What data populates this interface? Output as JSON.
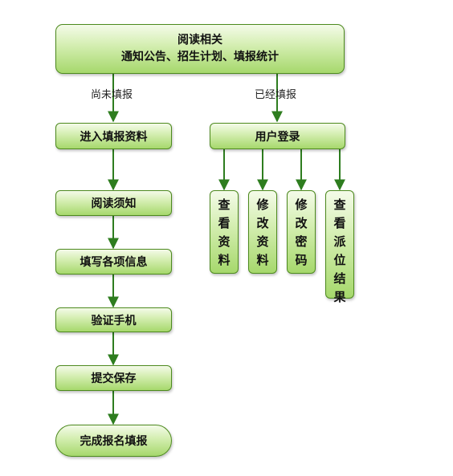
{
  "top": {
    "line1": "阅读相关",
    "line2": "通知公告、招生计划、填报统计"
  },
  "branches": {
    "left_label": "尚未填报",
    "right_label": "已经填报"
  },
  "left_flow": [
    "进入填报资料",
    "阅读须知",
    "填写各项信息",
    "验证手机",
    "提交保存"
  ],
  "final": "完成报名填报",
  "right_flow": {
    "login": "用户登录",
    "options": [
      [
        "查",
        "看",
        "资",
        "料"
      ],
      [
        "修",
        "改",
        "资",
        "料"
      ],
      [
        "修",
        "改",
        "密",
        "码"
      ],
      [
        "查",
        "看",
        "派",
        "位",
        "结",
        "果"
      ]
    ]
  },
  "colors": {
    "line": "#2e7d1f",
    "box_border": "#4d8a1e",
    "box_fill_top": "#f4fbe9",
    "box_fill_bottom": "#a6d86c"
  }
}
